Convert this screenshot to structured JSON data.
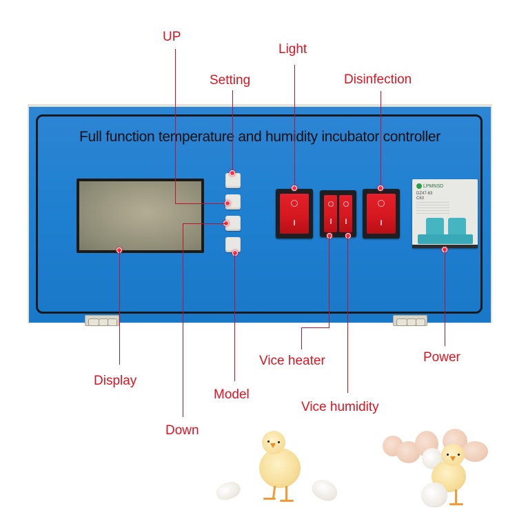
{
  "panel": {
    "title": "Full function temperature and humidity incubator controller",
    "color": "#1f7fd0"
  },
  "breaker": {
    "brand": "LPMNSD",
    "model_line1": "DZ47-63",
    "model_line2": "C63"
  },
  "switches": {
    "on_symbol": "I",
    "off_symbol": "O",
    "color": "#d51820"
  },
  "callouts": {
    "up": "UP",
    "setting": "Setting",
    "light": "Light",
    "disinfection": "Disinfection",
    "display": "Display",
    "down": "Down",
    "model": "Model",
    "vice_heater": "Vice heater",
    "vice_humidity": "Vice humidity",
    "power": "Power",
    "color": "#e0121f"
  }
}
